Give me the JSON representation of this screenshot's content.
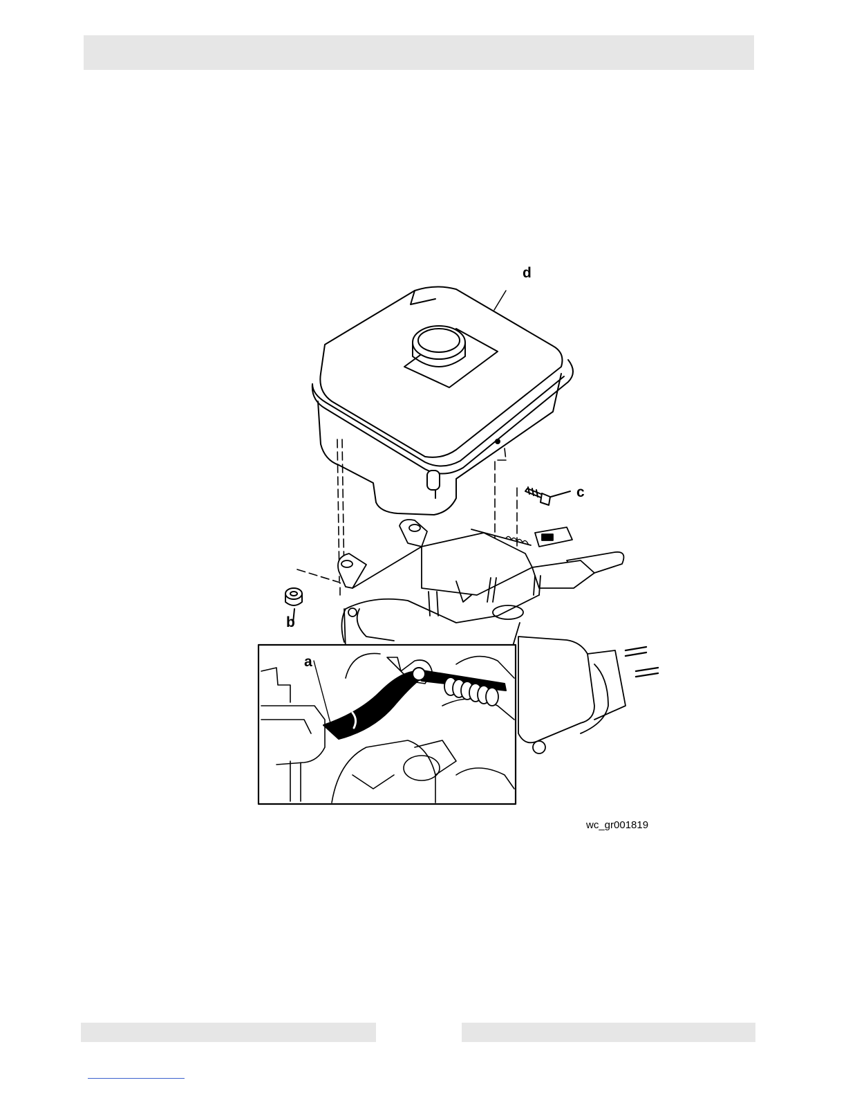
{
  "figure": {
    "callouts": {
      "a": "a",
      "b": "b",
      "c": "c",
      "d": "d"
    },
    "figure_id": "wc_gr001819"
  }
}
